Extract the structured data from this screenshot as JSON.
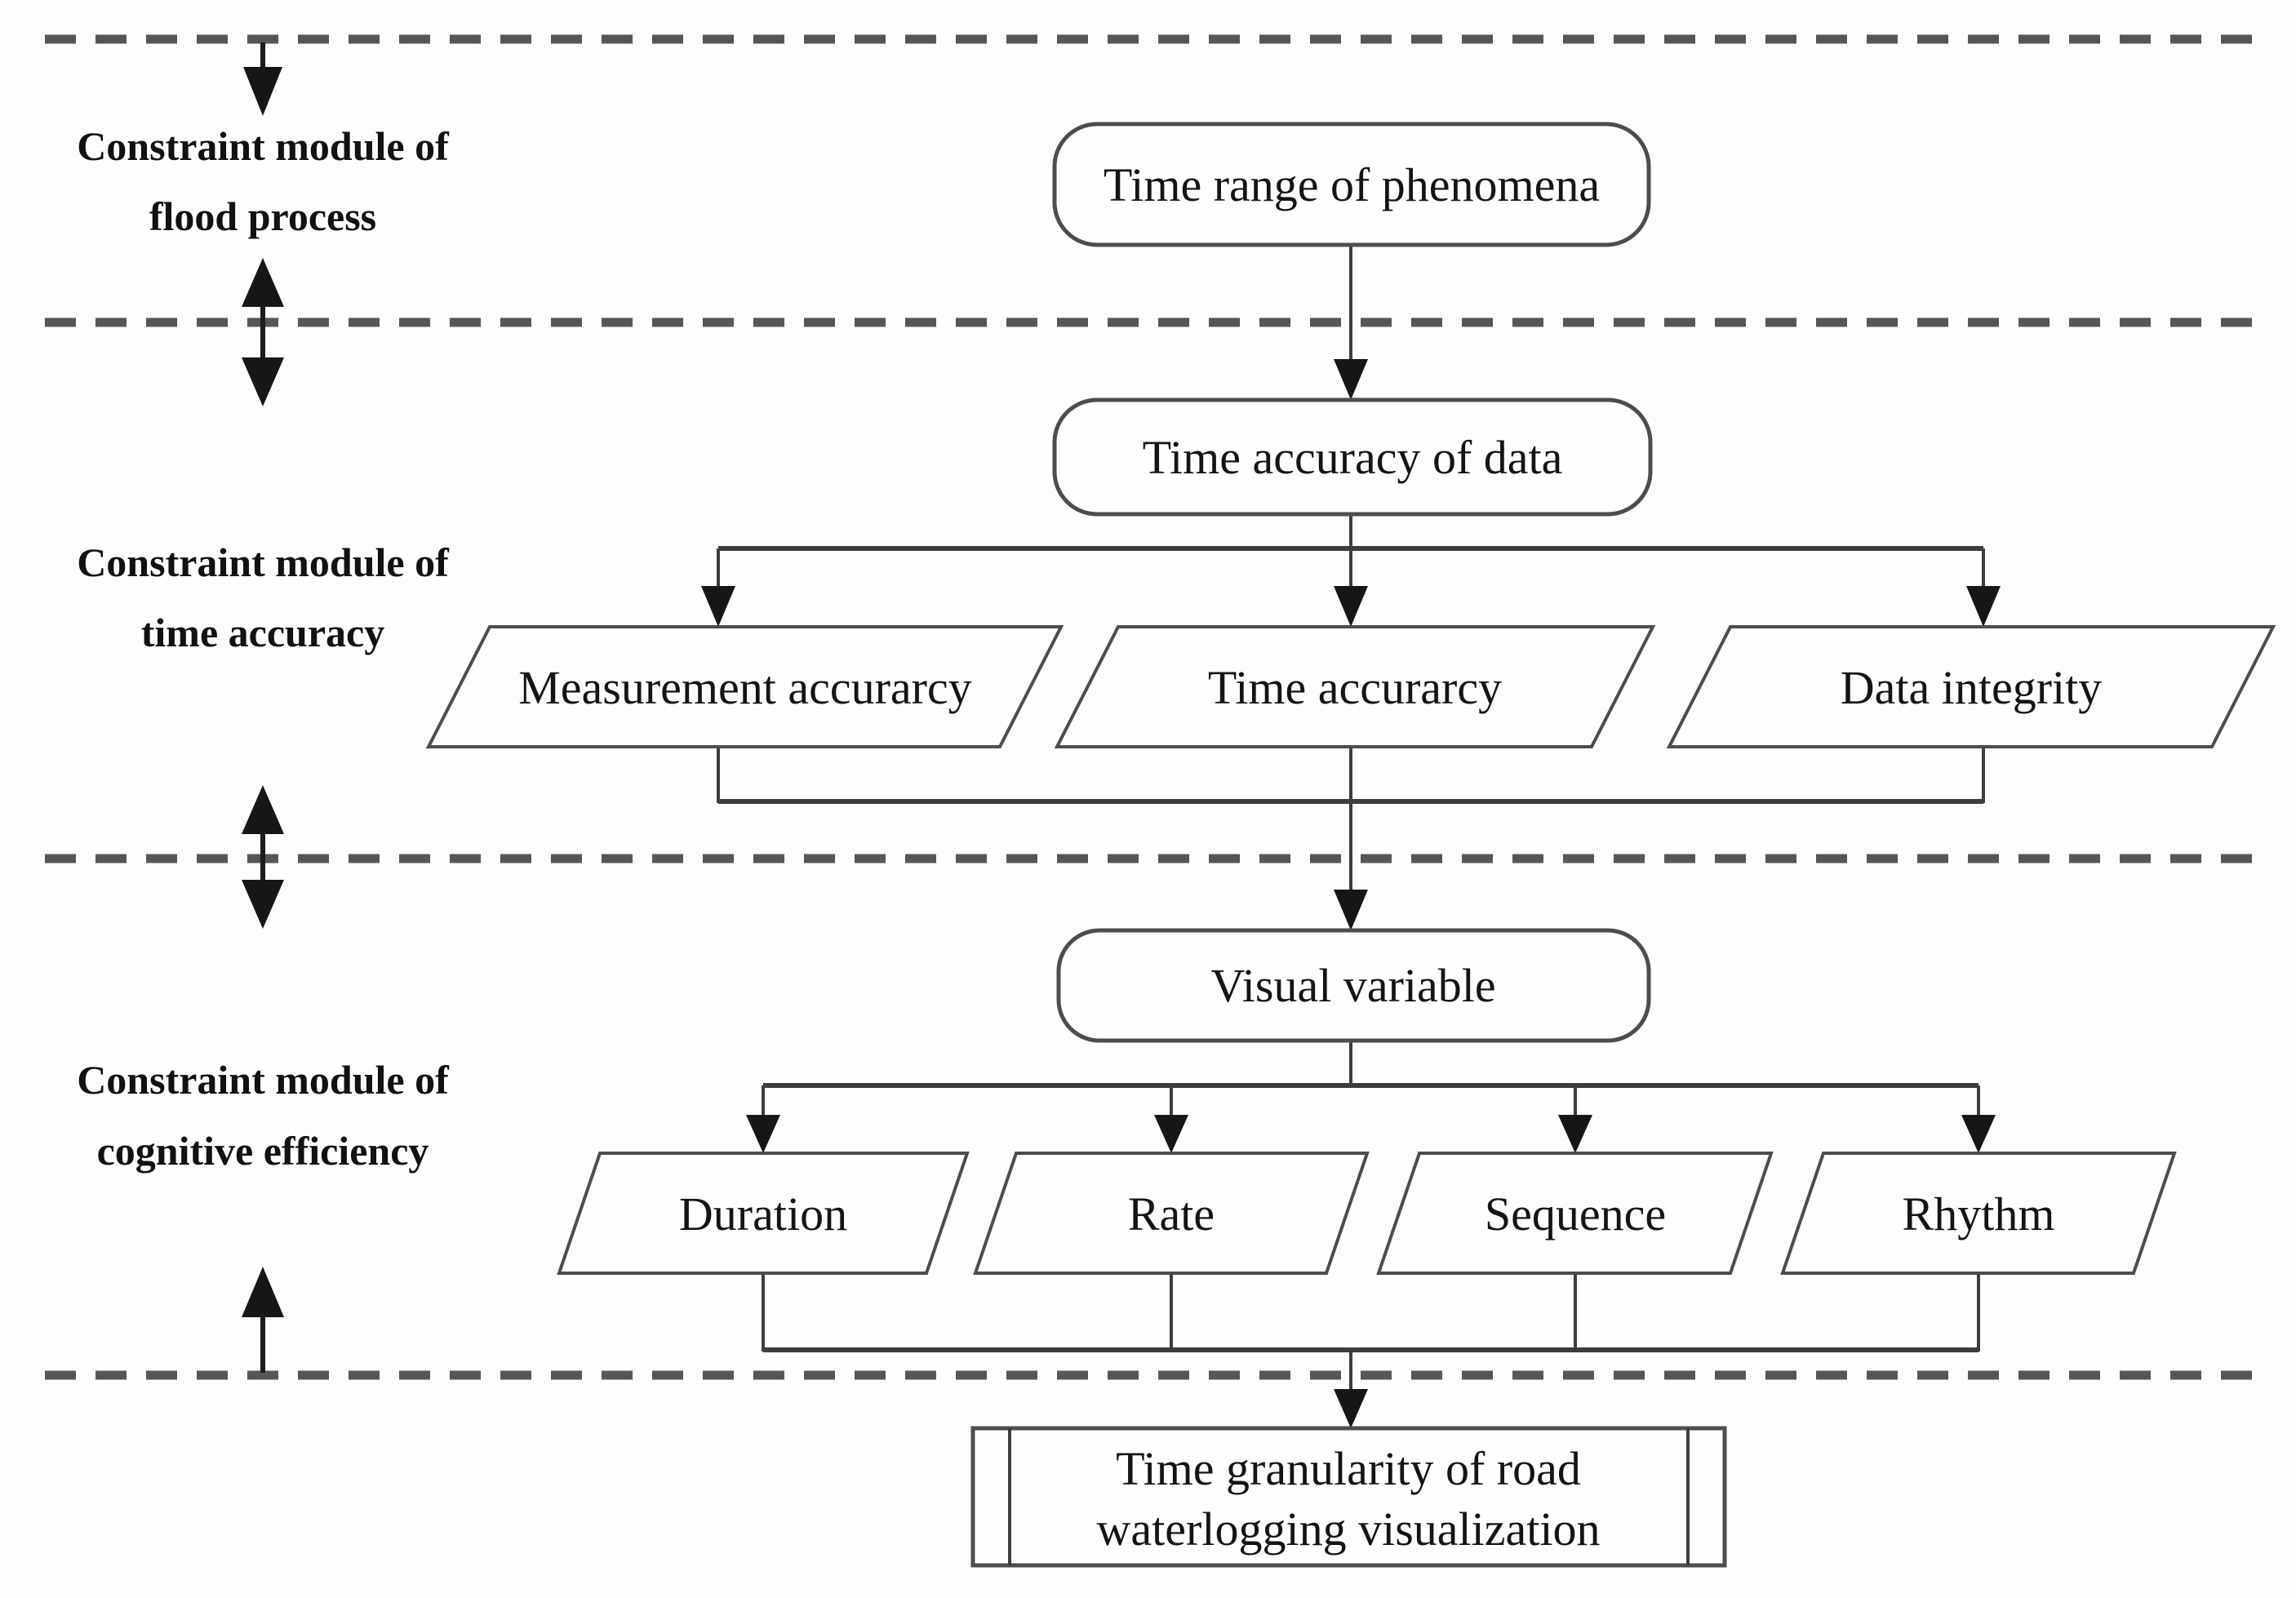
{
  "figure": {
    "type": "flowchart",
    "background_color": "#fdfdfd",
    "line_color": "#3d3d3d",
    "dashed_separator_color": "#565656",
    "text_color": "#141414",
    "separator_count": 4,
    "modules": [
      {
        "line1": "Constraint module of",
        "line2": "flood process"
      },
      {
        "line1": "Constraint module of",
        "line2": "time accuracy"
      },
      {
        "line1": "Constraint module of",
        "line2": "cognitive efficiency"
      }
    ],
    "nodes": {
      "time_range": {
        "label": "Time range of phenomena",
        "shape": "rounded-rect"
      },
      "time_accuracy_of_data": {
        "label": "Time accuracy of data",
        "shape": "rounded-rect"
      },
      "measurement_accuracy": {
        "label": "Measurement accurarcy",
        "shape": "parallelogram"
      },
      "time_accuracy": {
        "label": "Time accurarcy",
        "shape": "parallelogram"
      },
      "data_integrity": {
        "label": "Data integrity",
        "shape": "parallelogram"
      },
      "visual_variable": {
        "label": "Visual variable",
        "shape": "rounded-rect"
      },
      "duration": {
        "label": "Duration",
        "shape": "parallelogram"
      },
      "rate": {
        "label": "Rate",
        "shape": "parallelogram"
      },
      "sequence": {
        "label": "Sequence",
        "shape": "parallelogram"
      },
      "rhythm": {
        "label": "Rhythm",
        "shape": "parallelogram"
      },
      "output": {
        "label_line1": "Time granularity of road",
        "label_line2": "waterlogging visualization",
        "shape": "predefined-process"
      }
    }
  }
}
